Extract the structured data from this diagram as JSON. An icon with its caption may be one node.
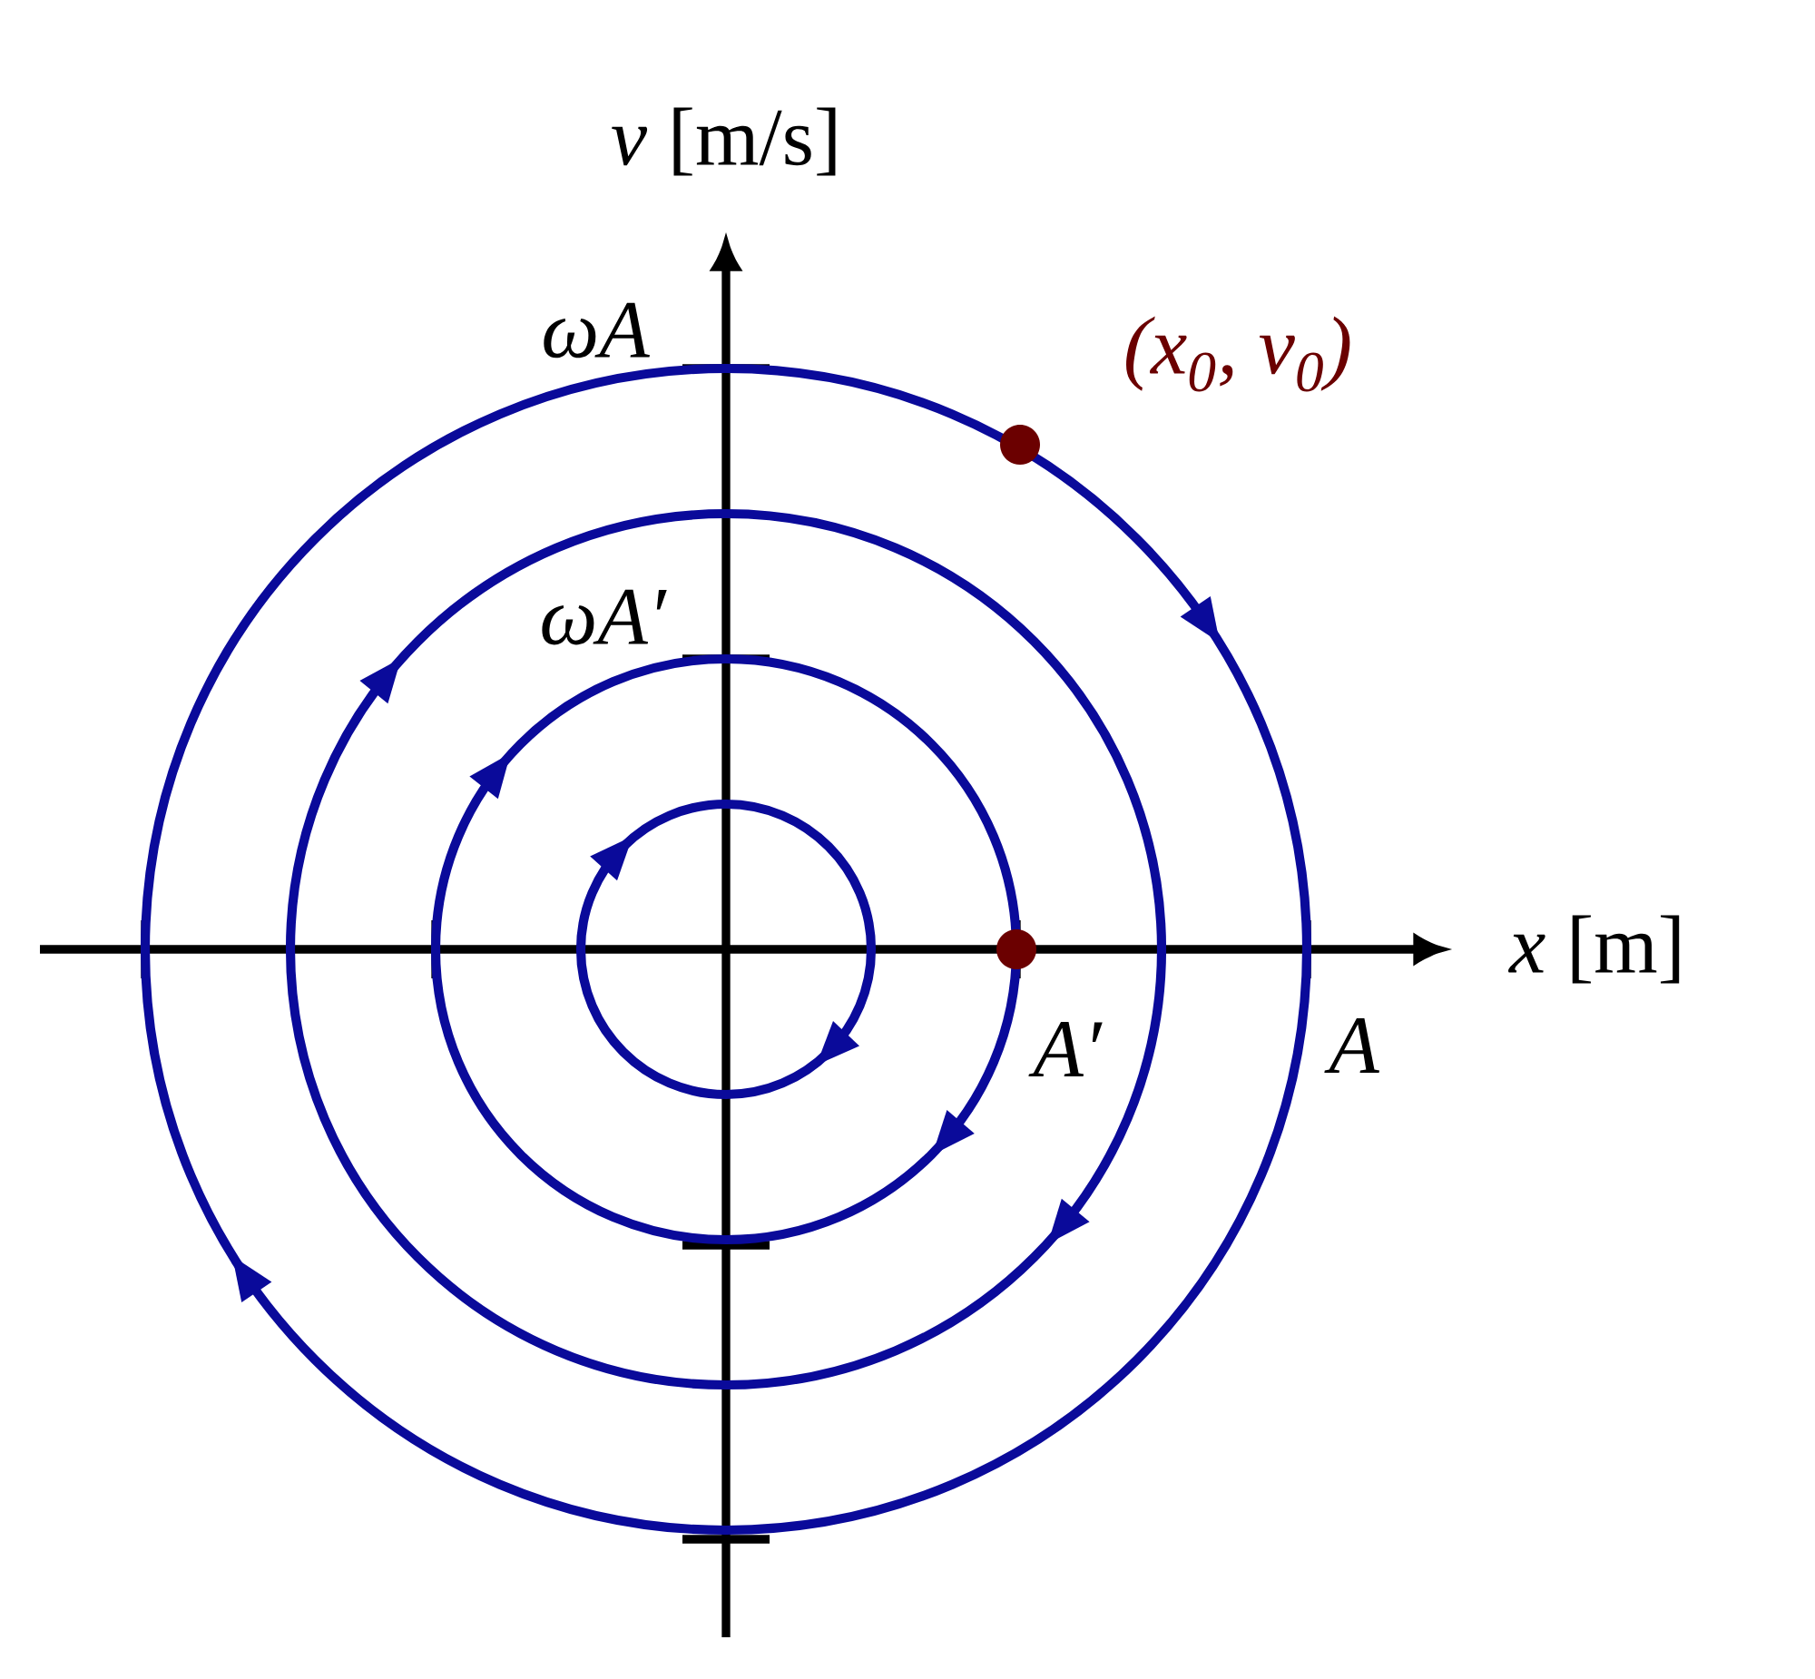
{
  "diagram": {
    "labels": [
      "*v* [m/s]",
      "*x* [m]",
      "ωA",
      "ωA′",
      "A′",
      "A",
      "(*x*$_{0}$, *v*$_{0}$)"
    ]
  }
}
